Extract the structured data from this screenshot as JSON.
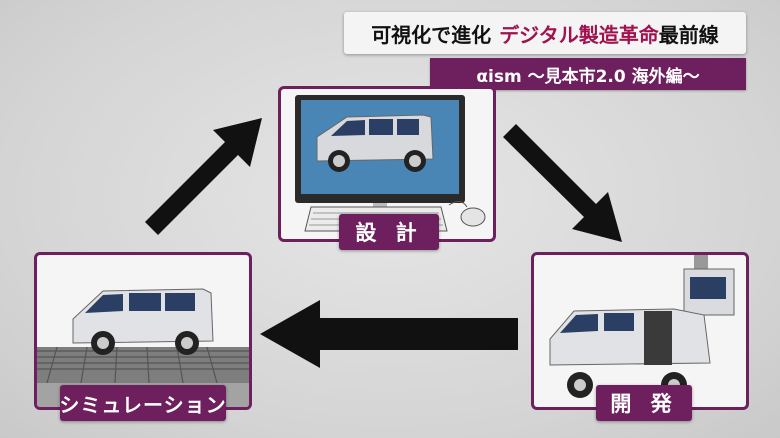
{
  "header": {
    "title_part1": "可視化で進化",
    "title_part2": "デジタル製造革命",
    "title_part3": "最前線",
    "subtitle": "αism ～見本市2.0 海外編～"
  },
  "steps": {
    "design": "設 計",
    "development": "開 発",
    "simulation": "シミュレーション"
  },
  "colors": {
    "accent_purple": "#6e1f5e",
    "title_highlight": "#a0124e",
    "screen_blue": "#4a86b5"
  }
}
